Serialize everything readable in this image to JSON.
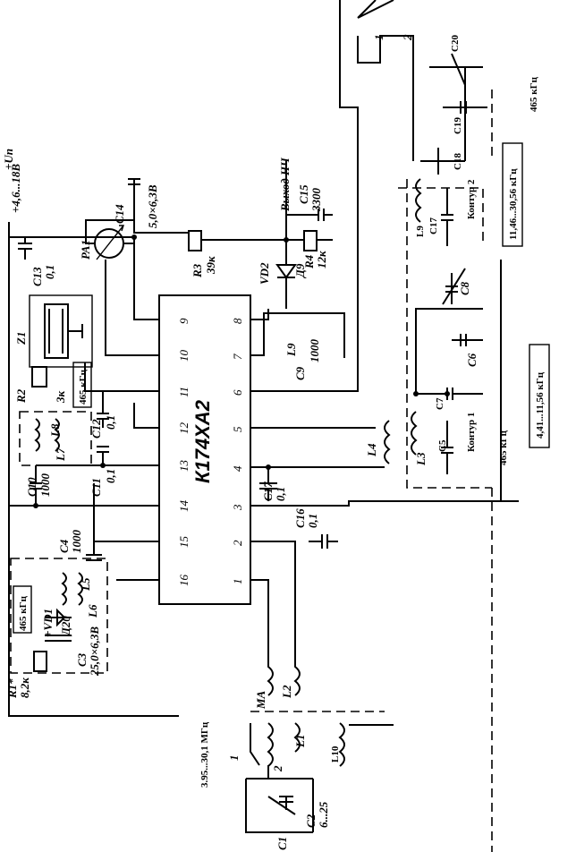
{
  "chip": {
    "name": "К174ХА2",
    "pins_left": [
      "9",
      "10",
      "11",
      "12",
      "13",
      "14",
      "15",
      "16"
    ],
    "pins_right": [
      "8",
      "7",
      "6",
      "5",
      "4",
      "3",
      "2",
      "1"
    ]
  },
  "supply": {
    "label": "+Uп",
    "range": "+4,6...18В"
  },
  "output": {
    "label": "Выход НЧ"
  },
  "components": {
    "c13": "С13",
    "c13v": "0,1",
    "pa1": "РА1",
    "c14": "С14",
    "c14v": "5,0×6,3В",
    "c15": "С15",
    "c15v": "3300",
    "r3": "R3",
    "r3v": "39к",
    "r4": "R4",
    "r4v": "12к",
    "vd2": "VD2",
    "vd2v": "Д9",
    "z1": "Z1",
    "r2": "R2",
    "r2v": "3к",
    "z1f": "465 кГц",
    "l8": "L8",
    "l7": "L7",
    "c12": "С12",
    "c12v": "0,1",
    "c11": "С11",
    "c11v": "0,1",
    "c10": "С10",
    "c10v": "1000",
    "c4": "С4",
    "c4v": "1000",
    "l5": "L5",
    "l6": "L6",
    "vd1": "+VD1",
    "vd1v": "Д20",
    "c3": "С3",
    "c3v": "25,0×6,3В",
    "r1": "R1*",
    "r1v": "8,2к",
    "f465a": "465 кГц",
    "l9": "L9",
    "l10": "L10",
    "c9": "С9",
    "c9v": "1000",
    "l4": "L4",
    "l3": "L3",
    "c17": "С17",
    "c17v": "0,1",
    "c16": "С16",
    "c16v": "0,1",
    "ma": "МА",
    "l2": "L2",
    "l1": "L1",
    "l11": "L10",
    "c1": "С1",
    "c2": "С2",
    "c2v": "6...25",
    "c5": "С5",
    "c7": "С7",
    "c6": "С6",
    "c8": "С8",
    "c17b": "С17",
    "l9b": "L9",
    "c18": "С18",
    "c19": "С19",
    "c20": "С20"
  },
  "contours": {
    "k1": "Контур 1",
    "k2": "Контур 2"
  },
  "freqs": {
    "if1": "465 кГц",
    "if2": "465 кГц",
    "band1": "4,41...11,56 кГц",
    "band2": "11,46...30,56 кГц",
    "input": "3.95...30,1 МГц"
  },
  "switch": {
    "p1": "1",
    "p2": "2",
    "p1b": "1",
    "p2b": "2"
  }
}
